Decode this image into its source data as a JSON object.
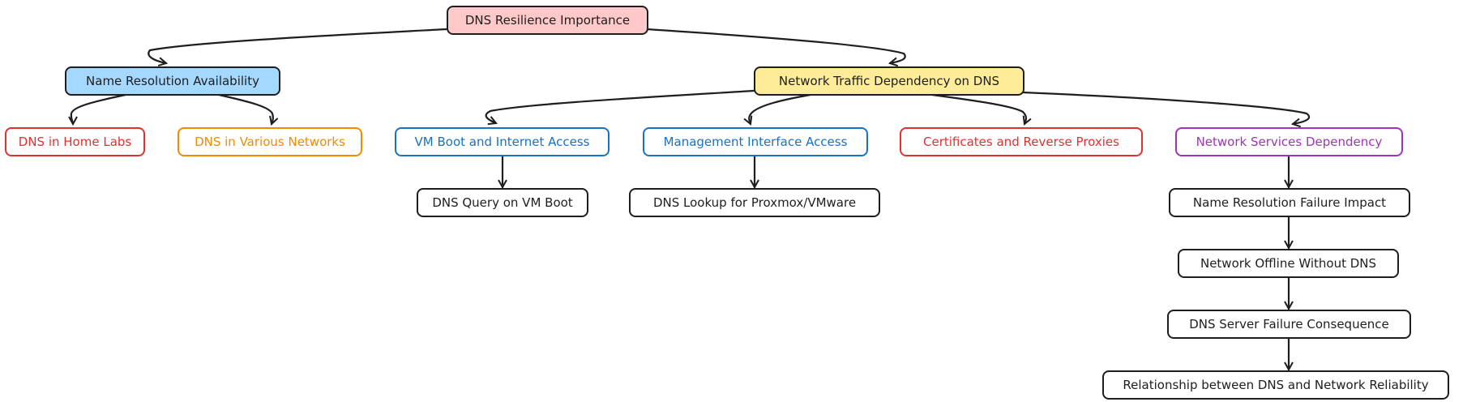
{
  "diagram": {
    "root": {
      "label": "DNS Resilience Importance",
      "fill": "#ffc9c9",
      "stroke": "#1e1e1e",
      "text_color": "#1e1e1e"
    },
    "branches": [
      {
        "label": "Name Resolution Availability",
        "fill": "#a5d8ff",
        "stroke": "#1e1e1e",
        "text_color": "#1e1e1e"
      },
      {
        "label": "Network Traffic Dependency on DNS",
        "fill": "#ffec99",
        "stroke": "#1e1e1e",
        "text_color": "#1e1e1e"
      }
    ],
    "leaves": [
      {
        "label": "DNS in Home Labs",
        "stroke": "#e03131",
        "text_color": "#e03131"
      },
      {
        "label": "DNS in Various Networks",
        "stroke": "#f08c00",
        "text_color": "#f08c00"
      },
      {
        "label": "VM Boot and Internet Access",
        "stroke": "#1971c2",
        "text_color": "#1971c2"
      },
      {
        "label": "Management Interface Access",
        "stroke": "#1971c2",
        "text_color": "#1971c2"
      },
      {
        "label": "Certificates and Reverse Proxies",
        "stroke": "#e03131",
        "text_color": "#e03131"
      },
      {
        "label": "Network Services Dependency",
        "stroke": "#9c36b5",
        "text_color": "#9c36b5"
      }
    ],
    "details": [
      {
        "label": "DNS Query on VM Boot"
      },
      {
        "label": "DNS Lookup for Proxmox/VMware"
      },
      {
        "label": "Name Resolution Failure Impact"
      },
      {
        "label": "Network Offline Without DNS"
      },
      {
        "label": "DNS Server Failure Consequence"
      },
      {
        "label": "Relationship between DNS and Network Reliability"
      }
    ]
  }
}
